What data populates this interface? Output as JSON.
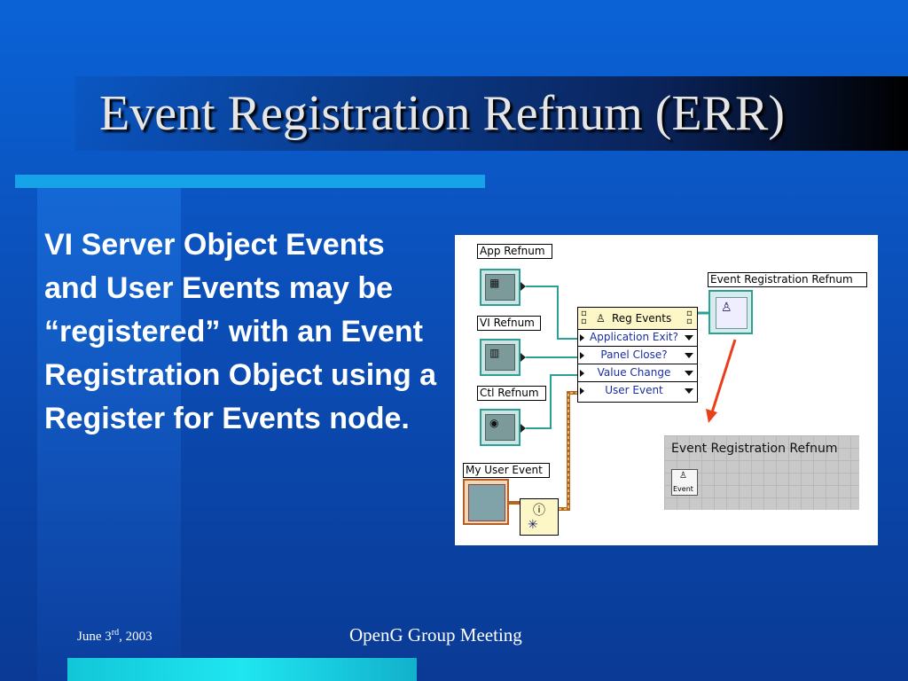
{
  "slide": {
    "title": "Event Registration Refnum (ERR)",
    "body": "VI Server Object Events and User Events may be “registered” with an Event Registration Object using a Register for Events node."
  },
  "diagram": {
    "labels": {
      "app_refnum": "App Refnum",
      "vi_refnum": "VI Refnum",
      "ctl_refnum": "Ctl Refnum",
      "my_user_event": "My User Event",
      "err_output": "Event Registration Refnum"
    },
    "reg_node": {
      "header": "Reg Events",
      "rows": [
        "Application Exit?",
        "Panel Close?",
        "Value Change",
        "User Event"
      ]
    },
    "front_panel": {
      "title": "Event Registration Refnum",
      "icon_label": "Event"
    },
    "colors": {
      "refnum_wire": "#2aa197",
      "user_event_wire": "#b5651d",
      "arrow": "#e8401c"
    }
  },
  "footer": {
    "date_prefix": "June 3",
    "date_sup": "rd",
    "date_suffix": ", 2003",
    "center": "OpenG Group Meeting"
  }
}
